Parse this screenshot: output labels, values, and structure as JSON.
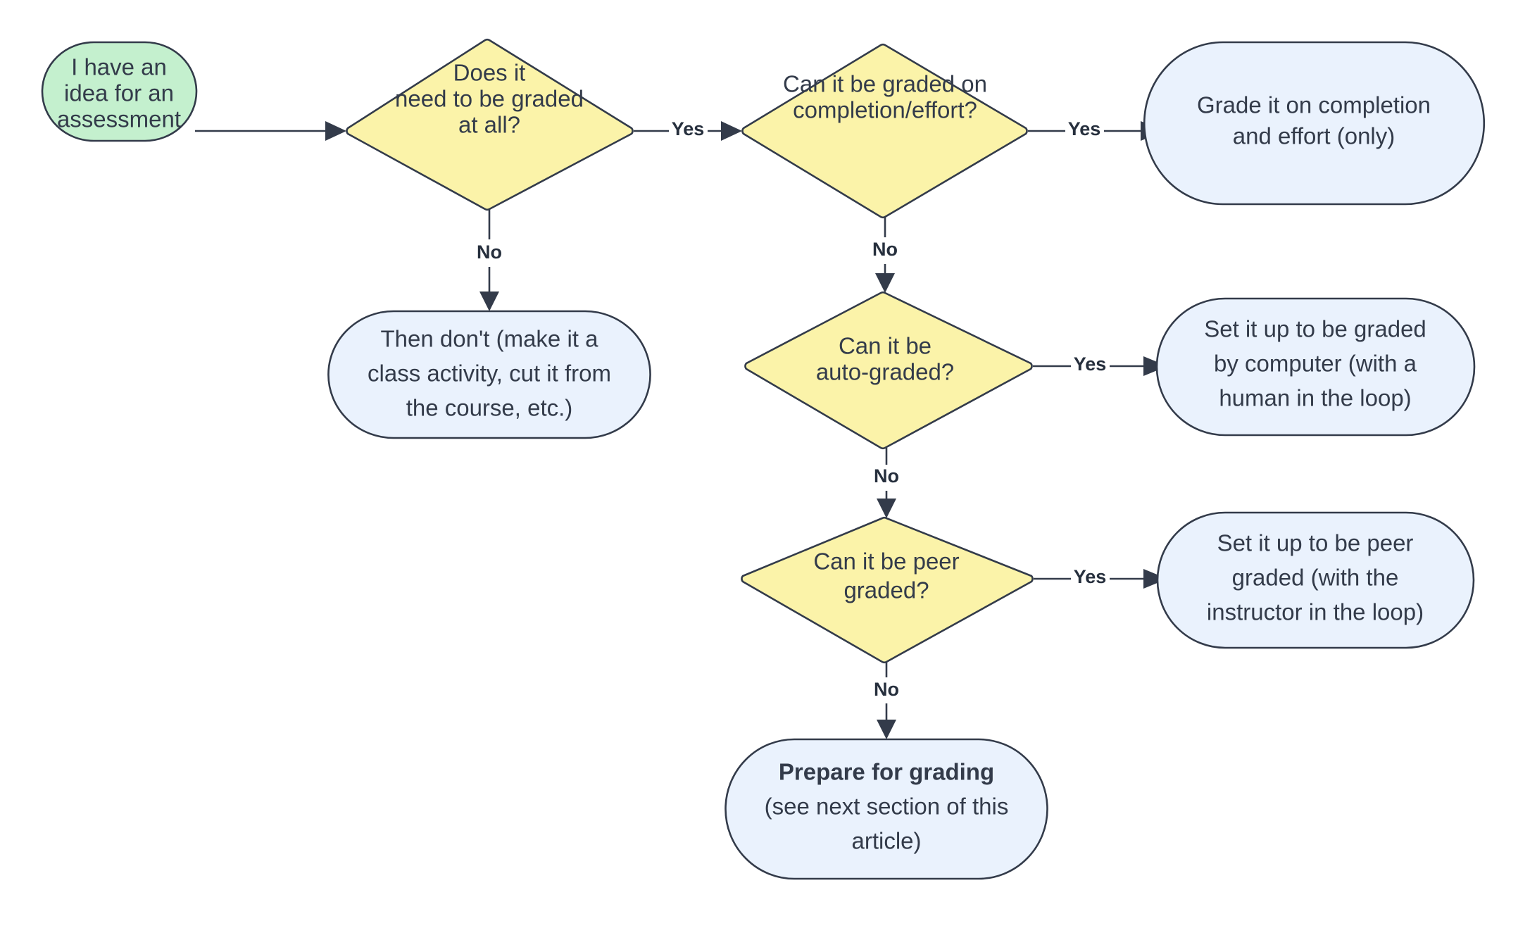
{
  "diagram": {
    "title": "Assessment grading decision flowchart",
    "colors": {
      "start_fill": "#c4f0ce",
      "decision_fill": "#fbf3a9",
      "outcome_fill": "#eaf2fd",
      "stroke": "#333b4a",
      "text": "#333b4a",
      "label_text": "#262f3d",
      "background": "#ffffff"
    },
    "nodes": [
      {
        "id": "start",
        "type": "start",
        "shape": "stadium",
        "fill": "#c4f0ce",
        "lines": [
          "I have an",
          "idea for an",
          "assessment"
        ],
        "bold_lines": 0
      },
      {
        "id": "d1",
        "type": "decision",
        "shape": "diamond",
        "fill": "#fbf3a9",
        "lines": [
          "Does it",
          "need to be graded",
          "at all?"
        ],
        "bold_lines": 0
      },
      {
        "id": "d2",
        "type": "decision",
        "shape": "diamond",
        "fill": "#fbf3a9",
        "lines": [
          "Can it be graded on",
          "completion/effort?"
        ],
        "bold_lines": 0
      },
      {
        "id": "d3",
        "type": "decision",
        "shape": "diamond",
        "fill": "#fbf3a9",
        "lines": [
          "Can it be",
          "auto-graded?"
        ],
        "bold_lines": 0
      },
      {
        "id": "d4",
        "type": "decision",
        "shape": "diamond",
        "fill": "#fbf3a9",
        "lines": [
          "Can it be peer",
          "graded?"
        ],
        "bold_lines": 0
      },
      {
        "id": "o1",
        "type": "outcome",
        "shape": "stadium",
        "fill": "#eaf2fd",
        "lines": [
          "Then don't (make it a",
          "class activity, cut it from",
          "the course, etc.)"
        ],
        "bold_lines": 0
      },
      {
        "id": "o2",
        "type": "outcome",
        "shape": "stadium",
        "fill": "#eaf2fd",
        "lines": [
          "Grade it on completion",
          "and effort (only)"
        ],
        "bold_lines": 0
      },
      {
        "id": "o3",
        "type": "outcome",
        "shape": "stadium",
        "fill": "#eaf2fd",
        "lines": [
          "Set it up to be graded",
          "by computer (with a",
          "human in the loop)"
        ],
        "bold_lines": 0
      },
      {
        "id": "o4",
        "type": "outcome",
        "shape": "stadium",
        "fill": "#eaf2fd",
        "lines": [
          "Set it up to be peer",
          "graded (with the",
          "instructor in the loop)"
        ],
        "bold_lines": 0
      },
      {
        "id": "o5",
        "type": "outcome",
        "shape": "stadium",
        "fill": "#eaf2fd",
        "lines": [
          "Prepare for grading",
          "(see next section of this",
          "article)"
        ],
        "bold_lines": 1
      }
    ],
    "edges": [
      {
        "id": "e0",
        "from": "start",
        "to": "d1",
        "label": ""
      },
      {
        "id": "e1",
        "from": "d1",
        "to": "d2",
        "label": "Yes"
      },
      {
        "id": "e2",
        "from": "d1",
        "to": "o1",
        "label": "No"
      },
      {
        "id": "e3",
        "from": "d2",
        "to": "o2",
        "label": "Yes"
      },
      {
        "id": "e4",
        "from": "d2",
        "to": "d3",
        "label": "No"
      },
      {
        "id": "e5",
        "from": "d3",
        "to": "o3",
        "label": "Yes"
      },
      {
        "id": "e6",
        "from": "d3",
        "to": "d4",
        "label": "No"
      },
      {
        "id": "e7",
        "from": "d4",
        "to": "o4",
        "label": "Yes"
      },
      {
        "id": "e8",
        "from": "d4",
        "to": "o5",
        "label": "No"
      }
    ]
  }
}
